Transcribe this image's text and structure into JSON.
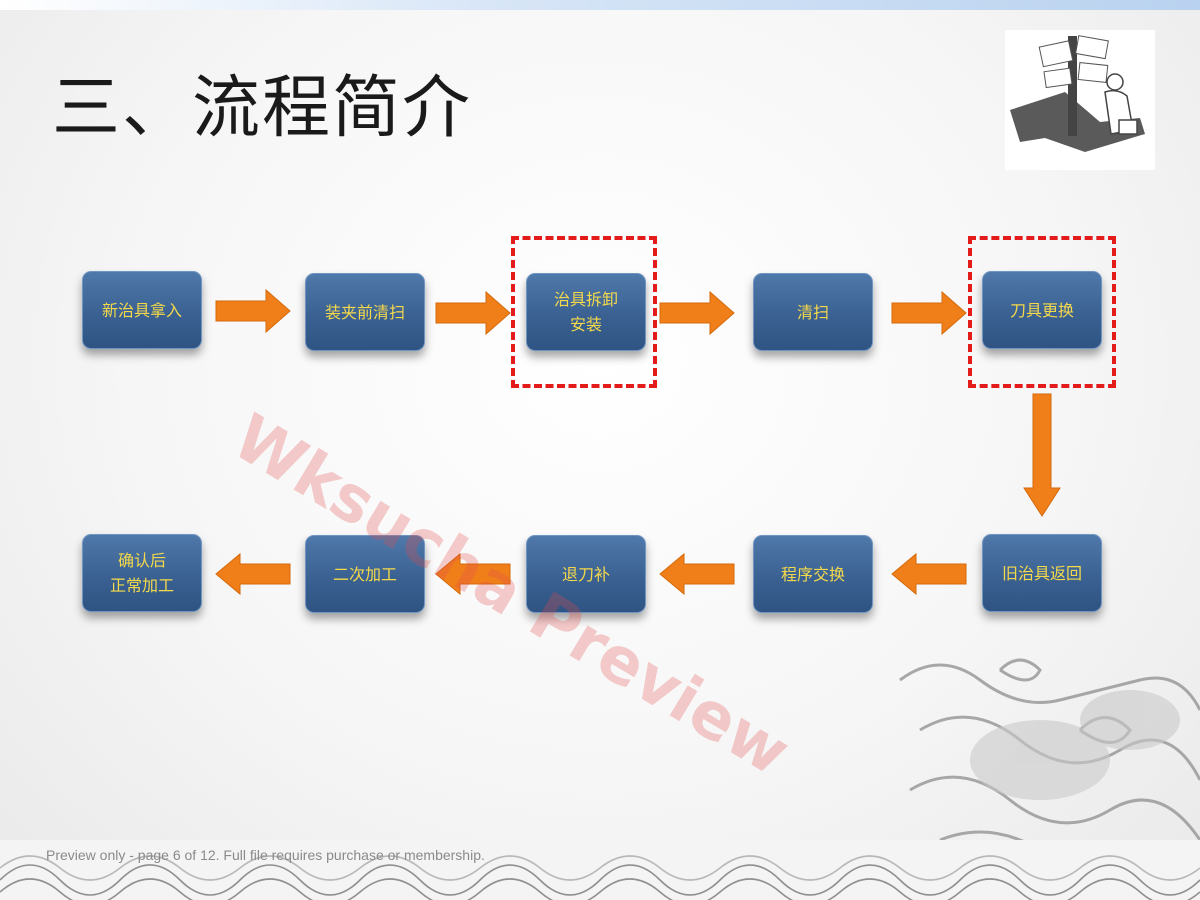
{
  "slide": {
    "title": "三、流程简介",
    "watermark": "Wksucha Preview",
    "footer": "Preview only - page 6 of 12. Full file requires purchase or membership."
  },
  "flow": {
    "steps": [
      "新治具拿入",
      "装夹前清扫",
      "治具拆卸\n安装",
      "清扫",
      "刀具更换",
      "旧治具返回",
      "程序交换",
      "退刀补",
      "二次加工",
      "确认后\n正常加工"
    ],
    "highlighted_steps": [
      "治具拆卸\n安装",
      "刀具更换"
    ]
  },
  "colors": {
    "box_fill": "#3a6192",
    "box_text": "#f5d94a",
    "arrow": "#f07f1a",
    "highlight_dash": "#e31b1b"
  }
}
